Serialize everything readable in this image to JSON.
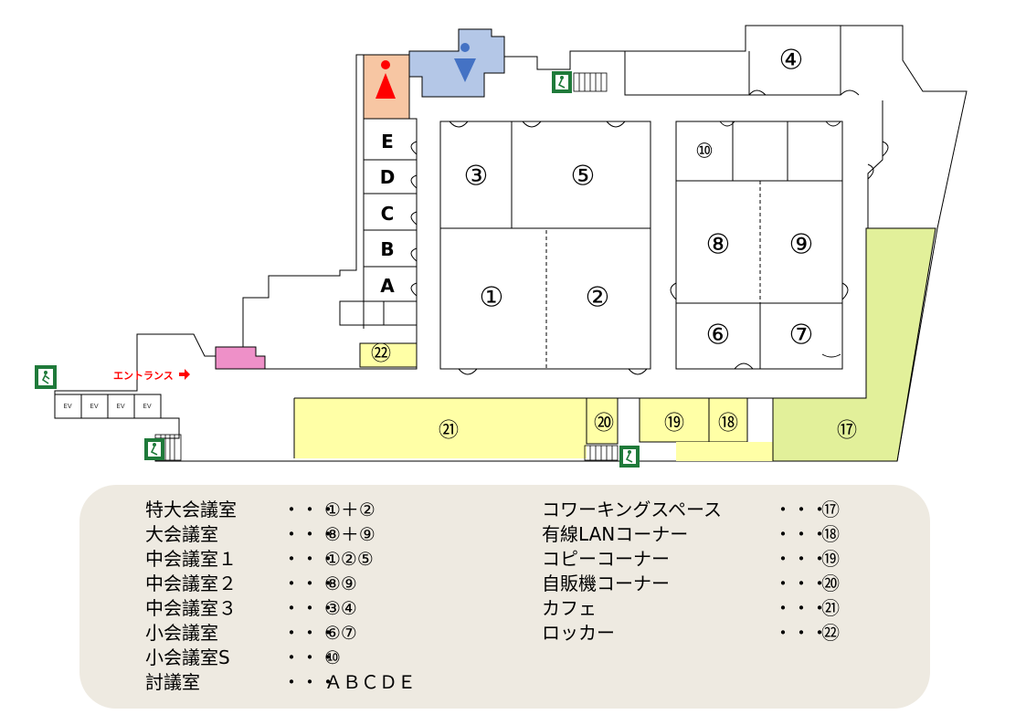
{
  "map": {
    "rooms": [
      {
        "id": "1",
        "label": "①"
      },
      {
        "id": "2",
        "label": "②"
      },
      {
        "id": "3",
        "label": "③"
      },
      {
        "id": "4",
        "label": "④"
      },
      {
        "id": "5",
        "label": "⑤"
      },
      {
        "id": "6",
        "label": "⑥"
      },
      {
        "id": "7",
        "label": "⑦"
      },
      {
        "id": "8",
        "label": "⑧"
      },
      {
        "id": "9",
        "label": "⑨"
      },
      {
        "id": "10",
        "label": "⑩"
      },
      {
        "id": "17",
        "label": "⑰"
      },
      {
        "id": "18",
        "label": "⑱"
      },
      {
        "id": "19",
        "label": "⑲"
      },
      {
        "id": "20",
        "label": "⑳"
      },
      {
        "id": "21",
        "label": "㉑"
      },
      {
        "id": "22",
        "label": "㉒"
      }
    ],
    "discussion_rooms": [
      "E",
      "D",
      "C",
      "B",
      "A"
    ],
    "elevators": [
      "EV",
      "EV",
      "EV",
      "EV"
    ],
    "entrance_label": "エントランス",
    "colors": {
      "cafe": "#ffffa6",
      "coworking": "#e2f09a",
      "womens_restroom": "#f7c6a3",
      "mens_restroom": "#b4c7e7",
      "pink_area": "#ee90c8",
      "women_icon": "#ff0000",
      "men_icon": "#4472c4",
      "exit_sign": "#1f7a3a"
    }
  },
  "legend": {
    "left": [
      {
        "name": "特大会議室",
        "dots": "・・・",
        "value": "①＋②"
      },
      {
        "name": "大会議室",
        "dots": "・・・",
        "value": "⑧＋⑨"
      },
      {
        "name": "中会議室１",
        "dots": "・・・",
        "value": "①②⑤"
      },
      {
        "name": "中会議室２",
        "dots": "・・・",
        "value": "⑧⑨"
      },
      {
        "name": "中会議室３",
        "dots": "・・・",
        "value": "③④"
      },
      {
        "name": "小会議室",
        "dots": "・・・",
        "value": "⑥⑦"
      },
      {
        "name": "小会議室S",
        "dots": "・・・",
        "value": "⑩"
      },
      {
        "name": "討議室",
        "dots": "・・・",
        "value": "ＡＢＣＤＥ"
      }
    ],
    "right": [
      {
        "name": "コワーキングスペース",
        "dots": "・・・",
        "value": "⑰"
      },
      {
        "name": "有線LANコーナー",
        "dots": "・・・",
        "value": "⑱"
      },
      {
        "name": "コピーコーナー",
        "dots": "・・・",
        "value": "⑲"
      },
      {
        "name": "自販機コーナー",
        "dots": "・・・",
        "value": "⑳"
      },
      {
        "name": "カフェ",
        "dots": "・・・",
        "value": "㉑"
      },
      {
        "name": "ロッカー",
        "dots": "・・・",
        "value": "㉒"
      }
    ]
  }
}
